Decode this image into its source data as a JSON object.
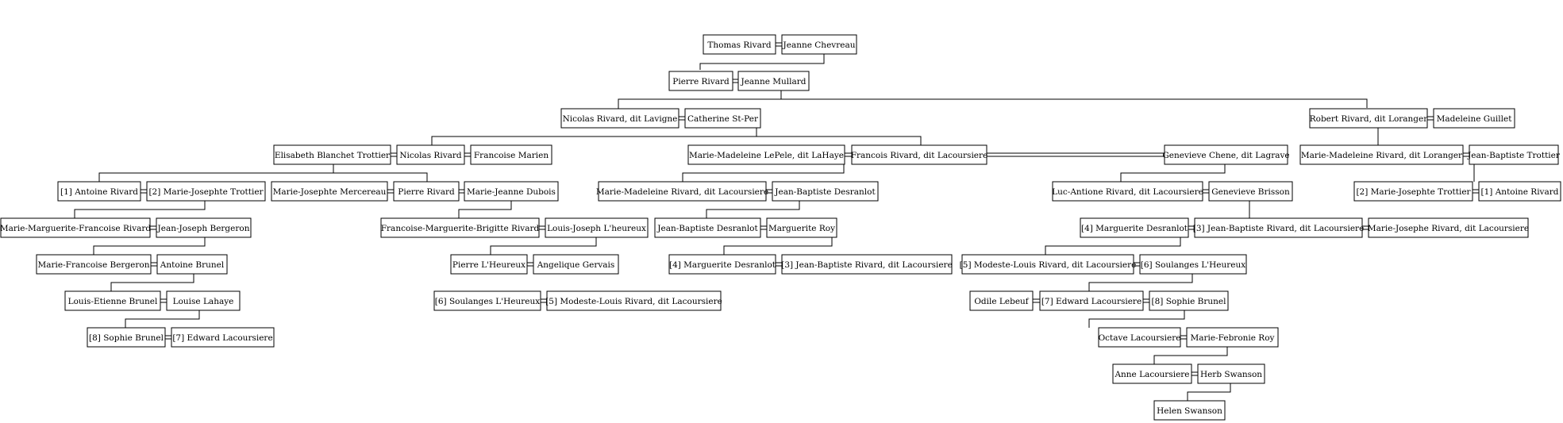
{
  "colors": {
    "background": "#ffffff",
    "box_border": "#000000",
    "line": "#000000",
    "text": "#000000"
  },
  "people": [
    {
      "id": "p1",
      "name": "Thomas Rivard"
    },
    {
      "id": "p2",
      "name": "Jeanne Chevreau"
    },
    {
      "id": "p3",
      "name": "Pierre Rivard"
    },
    {
      "id": "p4",
      "name": "Jeanne Mullard"
    },
    {
      "id": "p5",
      "name": "Nicolas Rivard, dit Lavigne"
    },
    {
      "id": "p6",
      "name": "Catherine St-Per"
    },
    {
      "id": "p7",
      "name": "Robert Rivard, dit Loranger"
    },
    {
      "id": "p8",
      "name": "Madeleine Guillet"
    },
    {
      "id": "p9",
      "name": "Elisabeth Blanchet Trottier"
    },
    {
      "id": "p10",
      "name": "Nicolas Rivard"
    },
    {
      "id": "p11",
      "name": "Francoise Marien"
    },
    {
      "id": "p12",
      "name": "Marie-Madeleine LePele, dit LaHaye"
    },
    {
      "id": "p13",
      "name": "Francois Rivard, dit Lacoursiere"
    },
    {
      "id": "p14",
      "name": "Genevieve Chene, dit Lagrave"
    },
    {
      "id": "p15",
      "name": "Marie-Madeleine Rivard, dit Loranger"
    },
    {
      "id": "p16",
      "name": "Jean-Baptiste Trottier"
    },
    {
      "id": "p17",
      "name": "[1] Antoine Rivard"
    },
    {
      "id": "p18",
      "name": "[2] Marie-Josephte Trottier"
    },
    {
      "id": "p19",
      "name": "Marie-Josephte Mercereau"
    },
    {
      "id": "p20",
      "name": "Pierre Rivard"
    },
    {
      "id": "p21",
      "name": "Marie-Jeanne Dubois"
    },
    {
      "id": "p22",
      "name": "Marie-Madeleine Rivard, dit Lacoursiere"
    },
    {
      "id": "p23",
      "name": "Jean-Baptiste Desranlot"
    },
    {
      "id": "p24",
      "name": "Luc-Antione Rivard, dit Lacoursiere"
    },
    {
      "id": "p25",
      "name": "Genevieve Brisson"
    },
    {
      "id": "p26",
      "name": "[2] Marie-Josephte Trottier"
    },
    {
      "id": "p27",
      "name": "[1] Antoine Rivard"
    },
    {
      "id": "p28",
      "name": "Marie-Marguerite-Francoise Rivard"
    },
    {
      "id": "p29",
      "name": "Jean-Joseph Bergeron"
    },
    {
      "id": "p30",
      "name": "Francoise-Marguerite-Brigitte Rivard"
    },
    {
      "id": "p31",
      "name": "Louis-Joseph L'heureux"
    },
    {
      "id": "p32",
      "name": "Jean-Baptiste Desranlot"
    },
    {
      "id": "p33",
      "name": "Marguerite Roy"
    },
    {
      "id": "p34",
      "name": "[4] Marguerite Desranlot"
    },
    {
      "id": "p35",
      "name": "[3] Jean-Baptiste Rivard, dit Lacoursiere"
    },
    {
      "id": "p36",
      "name": "Marie-Josephe Rivard, dit Lacoursiere"
    },
    {
      "id": "p37",
      "name": "Marie-Francoise Bergeron"
    },
    {
      "id": "p38",
      "name": "Antoine Brunel"
    },
    {
      "id": "p39",
      "name": "Pierre L'Heureux"
    },
    {
      "id": "p40",
      "name": "Angelique Gervais"
    },
    {
      "id": "p41",
      "name": "[4] Marguerite Desranlot"
    },
    {
      "id": "p42",
      "name": "[3] Jean-Baptiste Rivard, dit Lacoursiere"
    },
    {
      "id": "p43",
      "name": "[5] Modeste-Louis Rivard, dit Lacoursiere"
    },
    {
      "id": "p44",
      "name": "[6] Soulanges L'Heureux"
    },
    {
      "id": "p45",
      "name": "Louis-Etienne Brunel"
    },
    {
      "id": "p46",
      "name": "Louise Lahaye"
    },
    {
      "id": "p47",
      "name": "[6] Soulanges L'Heureux"
    },
    {
      "id": "p48",
      "name": "[5] Modeste-Louis Rivard, dit Lacoursiere"
    },
    {
      "id": "p49",
      "name": "Odile Lebeuf"
    },
    {
      "id": "p50",
      "name": "[7] Edward Lacoursiere"
    },
    {
      "id": "p51",
      "name": "[8] Sophie Brunel"
    },
    {
      "id": "p52",
      "name": "[8] Sophie Brunel"
    },
    {
      "id": "p53",
      "name": "[7] Edward Lacoursiere"
    },
    {
      "id": "p54",
      "name": "Octave Lacoursiere"
    },
    {
      "id": "p55",
      "name": "Marie-Febronie Roy"
    },
    {
      "id": "p56",
      "name": "Anne Lacoursiere"
    },
    {
      "id": "p57",
      "name": "Herb Swanson"
    },
    {
      "id": "p58",
      "name": "Helen Swanson"
    }
  ]
}
